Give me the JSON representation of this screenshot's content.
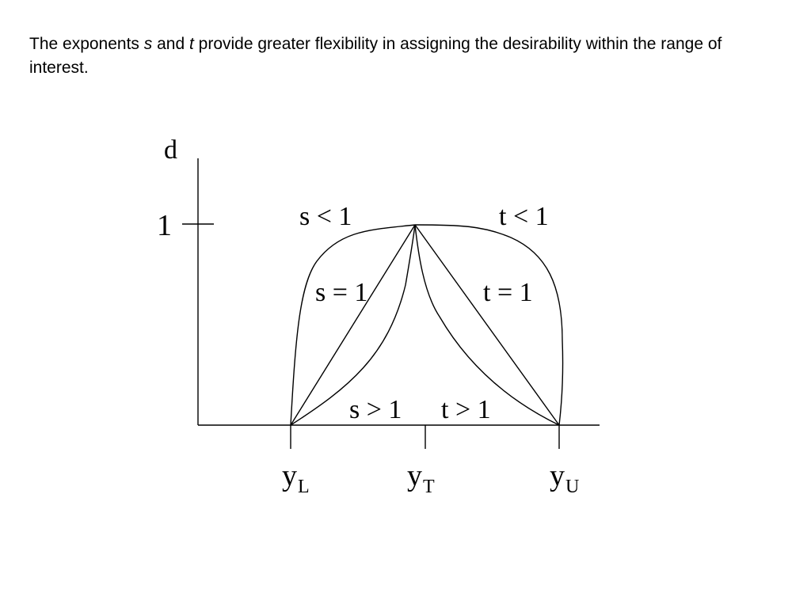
{
  "caption": {
    "part1": "The exponents ",
    "s": "s",
    "part2": " and ",
    "t": "t",
    "part3": " provide greater flexibility in assigning the desirability within the range of interest."
  },
  "diagram": {
    "y_axis_label": "d",
    "y_tick_label": "1",
    "curve_labels": {
      "s_lt_1": "s < 1",
      "t_lt_1": "t < 1",
      "s_eq_1": "s = 1",
      "t_eq_1": "t = 1",
      "s_gt_1": "s > 1",
      "t_gt_1": "t > 1"
    },
    "x_labels": {
      "lower": {
        "base": "y",
        "sub": "L"
      },
      "target": {
        "base": "y",
        "sub": "T"
      },
      "upper": {
        "base": "y",
        "sub": "U"
      }
    }
  },
  "chart_data": {
    "type": "line",
    "title": "",
    "xlabel": "",
    "ylabel": "d",
    "x_ticks": [
      "yL",
      "yT",
      "yU"
    ],
    "y_ticks": [
      "1"
    ],
    "series": [
      {
        "name": "s < 1",
        "points": [
          [
            "yL",
            0
          ],
          [
            "yT",
            1
          ]
        ]
      },
      {
        "name": "s = 1",
        "points": [
          [
            "yL",
            0
          ],
          [
            "yT",
            1
          ]
        ]
      },
      {
        "name": "s > 1",
        "points": [
          [
            "yL",
            0
          ],
          [
            "yT",
            1
          ]
        ]
      },
      {
        "name": "t < 1",
        "points": [
          [
            "yT",
            1
          ],
          [
            "yU",
            0
          ]
        ]
      },
      {
        "name": "t = 1",
        "points": [
          [
            "yT",
            1
          ],
          [
            "yU",
            0
          ]
        ]
      },
      {
        "name": "t > 1",
        "points": [
          [
            "yT",
            1
          ],
          [
            "yU",
            0
          ]
        ]
      }
    ]
  }
}
